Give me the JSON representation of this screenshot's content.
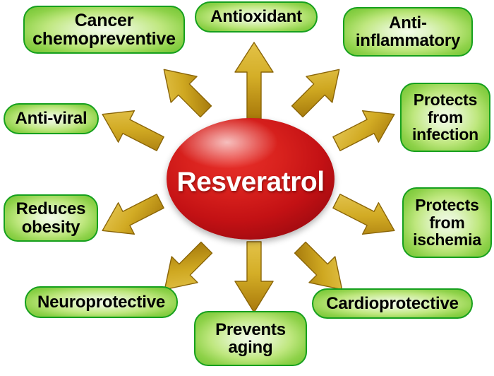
{
  "diagram": {
    "title": "Resveratrol",
    "type": "radial-hub-and-spoke",
    "center": {
      "label": "Resveratrol",
      "shape": "ellipse",
      "fill_color": "#d8211d",
      "text_color": "#ffffff"
    },
    "node_style": {
      "fill_center_color": "#f2fbe8",
      "fill_edge_color": "#6cc32f",
      "border_color": "#16a01e",
      "text_color": "#000000"
    },
    "arrow_style": {
      "fill_light_color": "#e8c74a",
      "fill_dark_color": "#b8860b",
      "stroke_color": "#8a6508"
    },
    "nodes": [
      {
        "id": "cancer",
        "label": "Cancer chemopreventive",
        "lines": [
          "Cancer",
          "chemopreventive"
        ],
        "direction": "up-left"
      },
      {
        "id": "antioxidant",
        "label": "Antioxidant",
        "lines": [
          "Antioxidant"
        ],
        "direction": "up"
      },
      {
        "id": "antiinflammatory",
        "label": "Anti-inflammatory",
        "lines": [
          "Anti-",
          "inflammatory"
        ],
        "direction": "up-right"
      },
      {
        "id": "infection",
        "label": "Protects from infection",
        "lines": [
          "Protects",
          "from",
          "infection"
        ],
        "direction": "right-up"
      },
      {
        "id": "ischemia",
        "label": "Protects from ischemia",
        "lines": [
          "Protects",
          "from",
          "ischemia"
        ],
        "direction": "right-down"
      },
      {
        "id": "cardioprotective",
        "label": "Cardioprotective",
        "lines": [
          "Cardioprotective"
        ],
        "direction": "down-right"
      },
      {
        "id": "prevents_aging",
        "label": "Prevents aging",
        "lines": [
          "Prevents",
          "aging"
        ],
        "direction": "down"
      },
      {
        "id": "neuroprotective",
        "label": "Neuroprotective",
        "lines": [
          "Neuroprotective"
        ],
        "direction": "down-left"
      },
      {
        "id": "reduces_obesity",
        "label": "Reduces obesity",
        "lines": [
          "Reduces",
          "obesity"
        ],
        "direction": "left-down"
      },
      {
        "id": "antiviral",
        "label": "Anti-viral",
        "lines": [
          "Anti-viral"
        ],
        "direction": "left-up"
      }
    ],
    "arrows": [
      {
        "id": "arrow-up-left",
        "points_to": "cancer"
      },
      {
        "id": "arrow-up",
        "points_to": "antioxidant"
      },
      {
        "id": "arrow-up-right",
        "points_to": "antiinflammatory"
      },
      {
        "id": "arrow-right-up",
        "points_to": "infection"
      },
      {
        "id": "arrow-right-down",
        "points_to": "ischemia"
      },
      {
        "id": "arrow-down-right",
        "points_to": "cardioprotective"
      },
      {
        "id": "arrow-down",
        "points_to": "prevents_aging"
      },
      {
        "id": "arrow-down-left",
        "points_to": "neuroprotective"
      },
      {
        "id": "arrow-left-down",
        "points_to": "reduces_obesity"
      },
      {
        "id": "arrow-left-up",
        "points_to": "antiviral"
      }
    ]
  }
}
